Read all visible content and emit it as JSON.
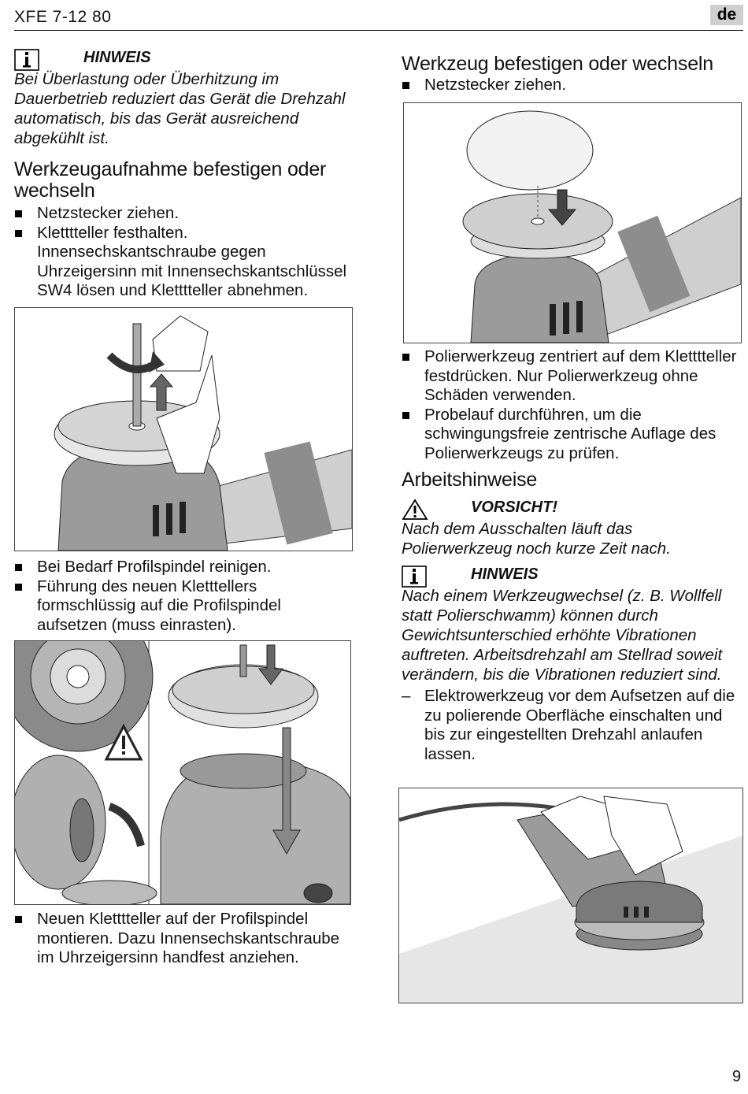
{
  "header": {
    "title": "XFE 7-12 80",
    "lang": "de"
  },
  "page_number": "9",
  "left": {
    "notice1": {
      "title": "HINWEIS",
      "text": "Bei Überlastung oder Überhitzung im Dauerbetrieb reduziert das Gerät die Drehzahl automatisch, bis das Gerät ausreichend abgekühlt ist."
    },
    "section1": {
      "heading": "Werkzeugaufnahme befestigen oder wechseln",
      "bullets": [
        "Netzstecker ziehen.",
        "Kletttteller festhalten. Innensechskantschraube gegen Uhrzeigersinn mit Innensechskantschlüssel SW4 lösen und Kletttteller abnehmen."
      ]
    },
    "bullets2": [
      "Bei Bedarf Profilspindel reinigen.",
      "Führung des neuen Kletttellers formschlüssig auf die Profilspindel aufsetzen (muss einrasten)."
    ],
    "bullets3": [
      "Neuen Kletttteller auf der Profilspindel montieren. Dazu Innensechskantschraube im Uhrzeigersinn handfest anziehen."
    ]
  },
  "right": {
    "section2": {
      "heading": "Werkzeug befestigen oder wechseln",
      "bullets": [
        "Netzstecker ziehen."
      ]
    },
    "bullets4": [
      "Polierwerkzeug zentriert auf dem Kletttteller festdrücken. Nur Polierwerkzeug ohne Schäden verwenden.",
      "Probelauf durchführen, um die schwingungsfreie zentrische Auflage des Polierwerkzeugs zu prüfen."
    ],
    "section3": {
      "heading": "Arbeitshinweise"
    },
    "caution": {
      "title": "VORSICHT!",
      "text": "Nach dem Ausschalten läuft das Polierwerkzeug noch kurze Zeit nach."
    },
    "notice2": {
      "title": "HINWEIS",
      "text": "Nach einem Werkzeugwechsel (z. B. Wollfell statt Polierschwamm) können durch Gewichtsunterschied erhöhte Vibrationen auftreten. Arbeitsdrehzahl am Stellrad soweit verändern, bis die Vibrationen reduziert sind."
    },
    "dashes": [
      "Elektrowerkzeug vor dem Aufsetzen auf die zu polierende Oberfläche einschalten und bis zur eingestellten Drehzahl anlaufen lassen."
    ]
  },
  "icons": {
    "notice": "info-icon",
    "caution": "warning-triangle-icon",
    "bullet": "square-bullet-icon"
  }
}
